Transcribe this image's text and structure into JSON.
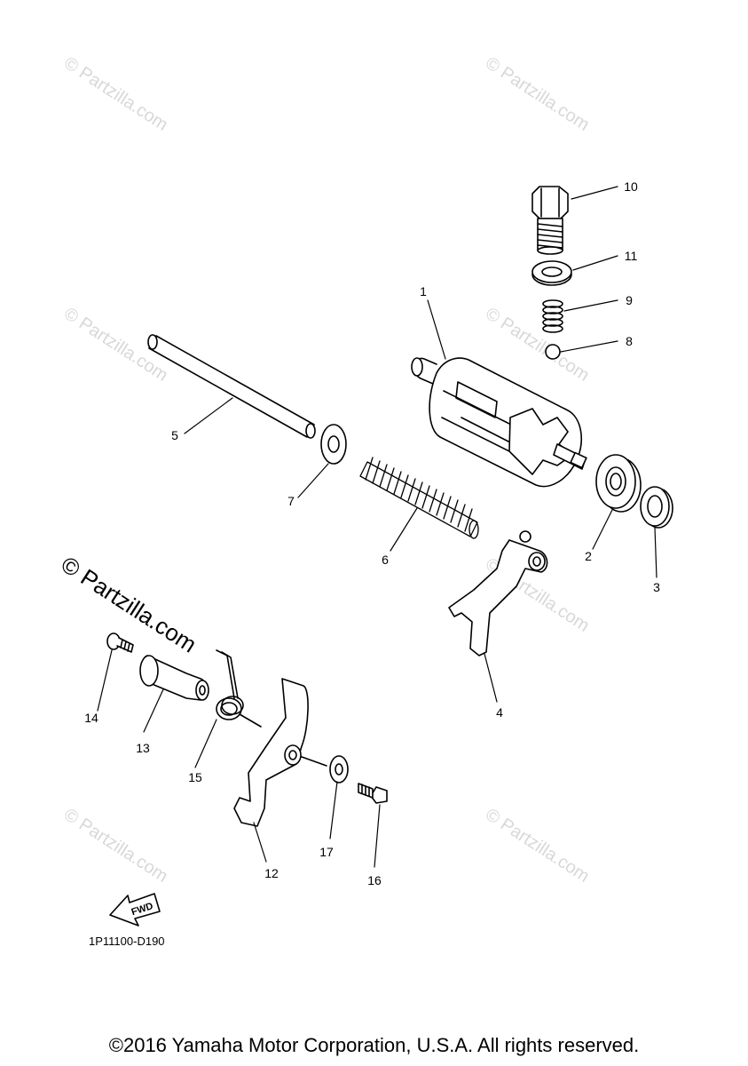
{
  "watermark": {
    "text": "© Partzilla.com",
    "repeat_text": "© Partzilla.com"
  },
  "callouts": {
    "c1": "1",
    "c2": "2",
    "c3": "3",
    "c4": "4",
    "c5": "5",
    "c6": "6",
    "c7": "7",
    "c8": "8",
    "c9": "9",
    "c10": "10",
    "c11": "11",
    "c12": "12",
    "c13": "13",
    "c14": "14",
    "c15": "15",
    "c16": "16",
    "c17": "17"
  },
  "fwd_label": "FWD",
  "diagram_code": "1P11100-D190",
  "copyright": "©2016 Yamaha Motor Corporation, U.S.A. All rights reserved."
}
